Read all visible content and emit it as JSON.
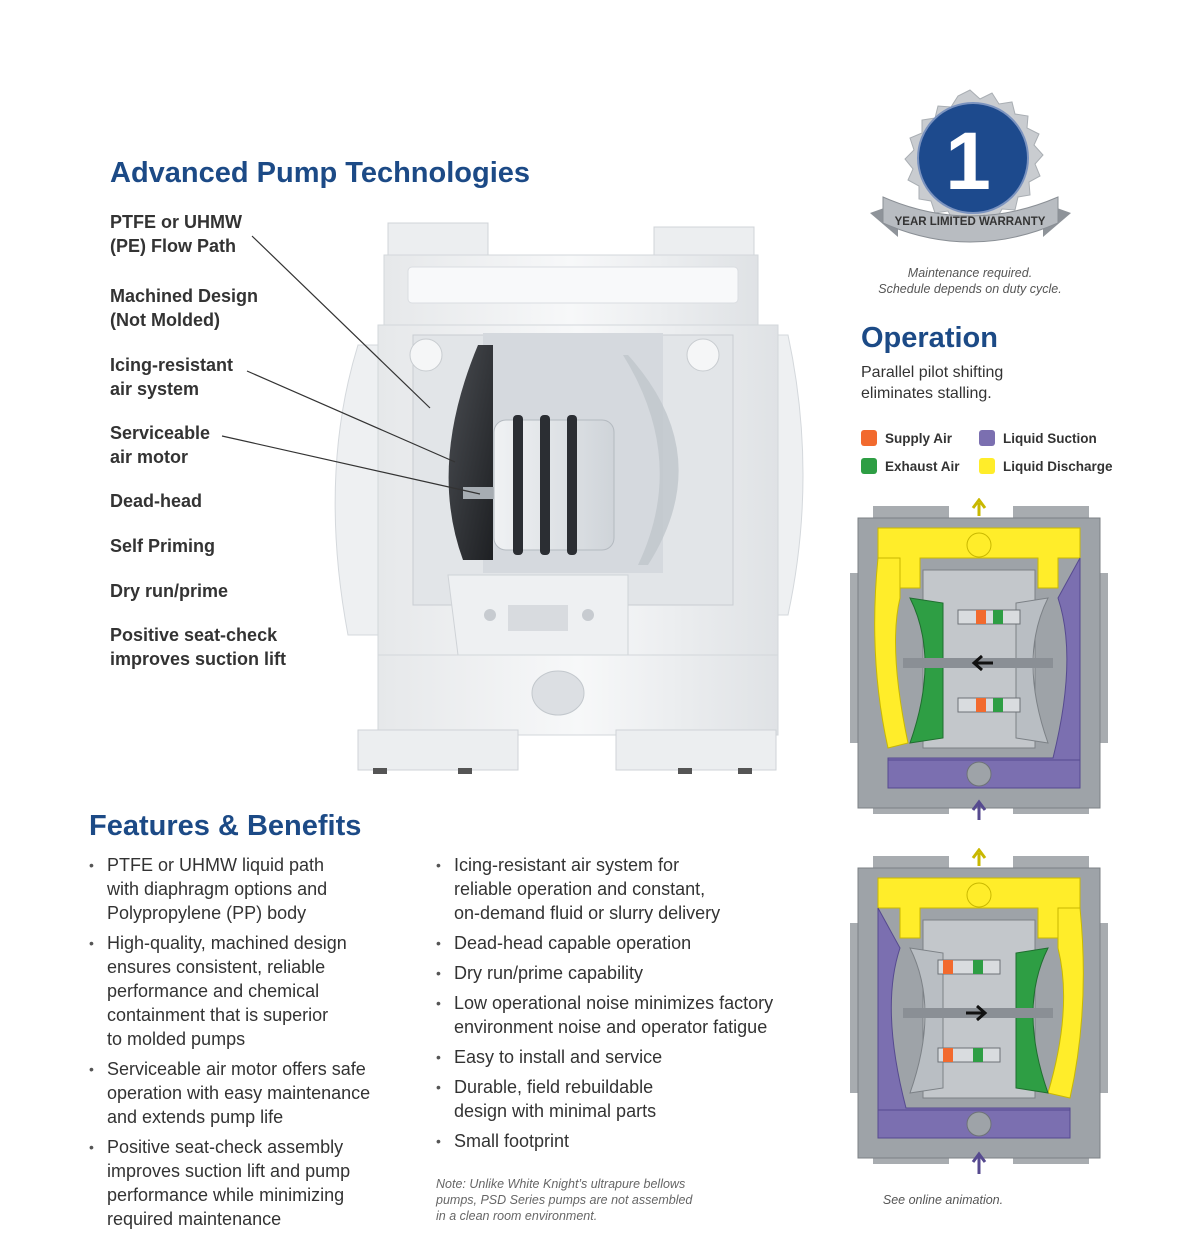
{
  "advanced": {
    "title": "Advanced Pump Technologies",
    "items": [
      {
        "lines": [
          "PTFE or UHMW",
          "(PE) Flow Path"
        ]
      },
      {
        "lines": [
          "Machined Design",
          "(Not Molded)"
        ]
      },
      {
        "lines": [
          "Icing-resistant",
          "air system"
        ]
      },
      {
        "lines": [
          "Serviceable",
          "air motor"
        ]
      },
      {
        "lines": [
          "Dead-head"
        ]
      },
      {
        "lines": [
          "Self Priming"
        ]
      },
      {
        "lines": [
          "Dry run/prime"
        ]
      },
      {
        "lines": [
          "Positive seat-check",
          "improves suction lift"
        ]
      }
    ]
  },
  "warranty": {
    "number": "1",
    "ribbon": "YEAR LIMITED WARRANTY",
    "note_lines": [
      "Maintenance required.",
      "Schedule depends on duty cycle."
    ]
  },
  "operation": {
    "title": "Operation",
    "desc_lines": [
      "Parallel pilot shifting",
      "eliminates stalling."
    ],
    "legend": [
      {
        "label": "Supply Air",
        "color": "#f26a2e"
      },
      {
        "label": "Liquid Suction",
        "color": "#7b6fb0"
      },
      {
        "label": "Exhaust Air",
        "color": "#2e9e44"
      },
      {
        "label": "Liquid Discharge",
        "color": "#ffed2a"
      }
    ],
    "animation_note": "See online animation."
  },
  "features": {
    "title": "Features & Benefits",
    "left": [
      {
        "lines": [
          "PTFE or UHMW liquid path",
          "with diaphragm options and",
          "Polypropylene (PP) body"
        ]
      },
      {
        "lines": [
          "High-quality, machined design",
          "ensures consistent, reliable",
          "performance and chemical",
          "containment that is superior",
          "to molded pumps"
        ]
      },
      {
        "lines": [
          "Serviceable air motor offers safe",
          "operation with easy maintenance",
          "and extends pump life"
        ]
      },
      {
        "lines": [
          "Positive seat-check assembly",
          "improves suction lift and pump",
          "performance while minimizing",
          "required maintenance"
        ]
      }
    ],
    "right": [
      {
        "lines": [
          "Icing-resistant air system for",
          "reliable operation and constant,",
          "on-demand fluid or slurry delivery"
        ]
      },
      {
        "lines": [
          "Dead-head capable operation"
        ]
      },
      {
        "lines": [
          "Dry run/prime capability"
        ]
      },
      {
        "lines": [
          "Low operational noise minimizes factory",
          "environment noise and operator fatigue"
        ]
      },
      {
        "lines": [
          "Easy to install and service"
        ]
      },
      {
        "lines": [
          "Durable, field rebuildable",
          "design with minimal parts"
        ]
      },
      {
        "lines": [
          "Small footprint"
        ]
      }
    ],
    "note_lines": [
      "Note: Unlike White Knight’s ultrapure bellows",
      "pumps, PSD Series pumps are not assembled",
      "in a clean room environment."
    ]
  }
}
